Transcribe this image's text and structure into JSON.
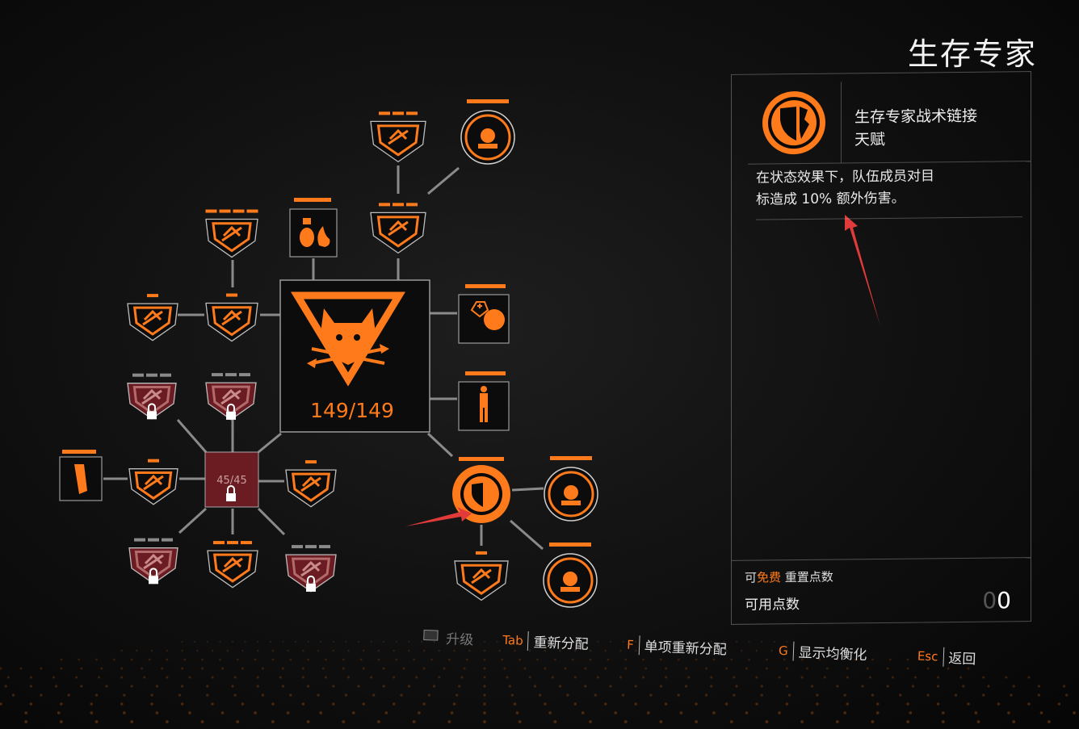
{
  "panel": {
    "title": "生存专家",
    "talent_name_line1": "生存专家战术链接",
    "talent_name_line2": "天赋",
    "description_line1": "在状态效果下，队伍成员对目",
    "description_line2": "标造成 10% 额外伤害。",
    "reset_prefix": "可",
    "reset_free": "免费",
    "reset_suffix": " 重置点数",
    "points_label": "可用点数",
    "points_ghost": "0",
    "points_value": "0"
  },
  "tree": {
    "core_progress": "149/149",
    "sub_core_progress": "45/45"
  },
  "hints": [
    {
      "key": "",
      "label": "升级",
      "dim": true
    },
    {
      "key": "Tab",
      "label": "重新分配"
    },
    {
      "key": "F",
      "label": "单项重新分配"
    },
    {
      "key": "G",
      "label": "显示均衡化"
    },
    {
      "key": "Esc",
      "label": "返回"
    }
  ],
  "colors": {
    "accent": "#ff7a1a",
    "locked": "#6b1c22",
    "node_bg": "#0c0c0c",
    "line": "#8a8a8a"
  },
  "icons": {
    "core": "raccoon-emblem-icon",
    "selected": "shield-crack-icon",
    "lock": "lock-icon"
  }
}
